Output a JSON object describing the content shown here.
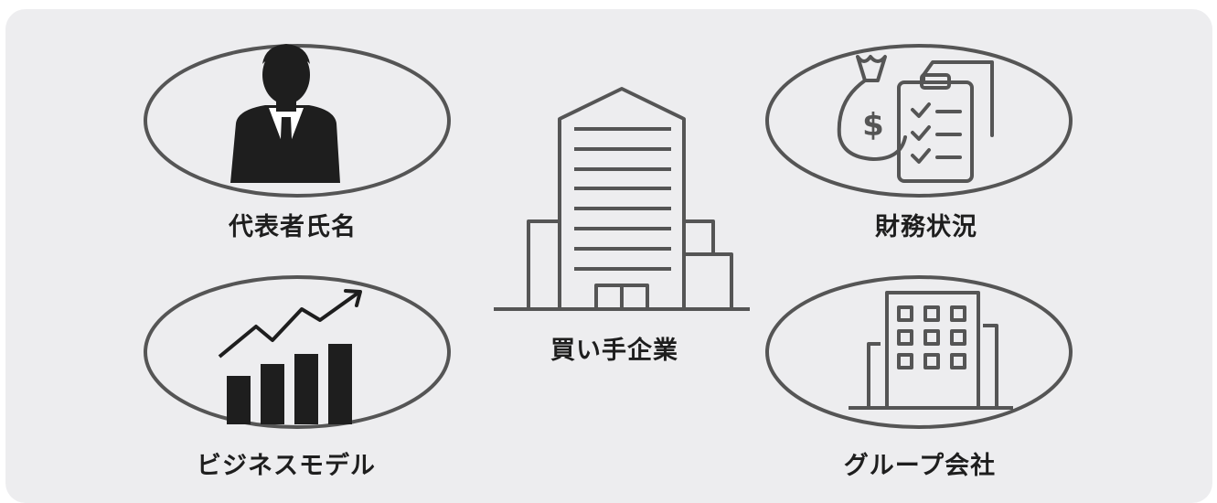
{
  "diagram": {
    "center_label": "買い手企業",
    "nodes": [
      {
        "id": "representative",
        "label": "代表者氏名",
        "icon": "businessman-icon"
      },
      {
        "id": "financial",
        "label": "財務状況",
        "icon": "money-bag-checklist-icon"
      },
      {
        "id": "business_model",
        "label": "ビジネスモデル",
        "icon": "growth-bar-chart-icon"
      },
      {
        "id": "group_companies",
        "label": "グループ会社",
        "icon": "office-building-icon"
      }
    ],
    "colors": {
      "panel": "#ededef",
      "stroke": "#555555",
      "icon_dark": "#1e1e1e",
      "text": "#1e1e1e"
    }
  }
}
